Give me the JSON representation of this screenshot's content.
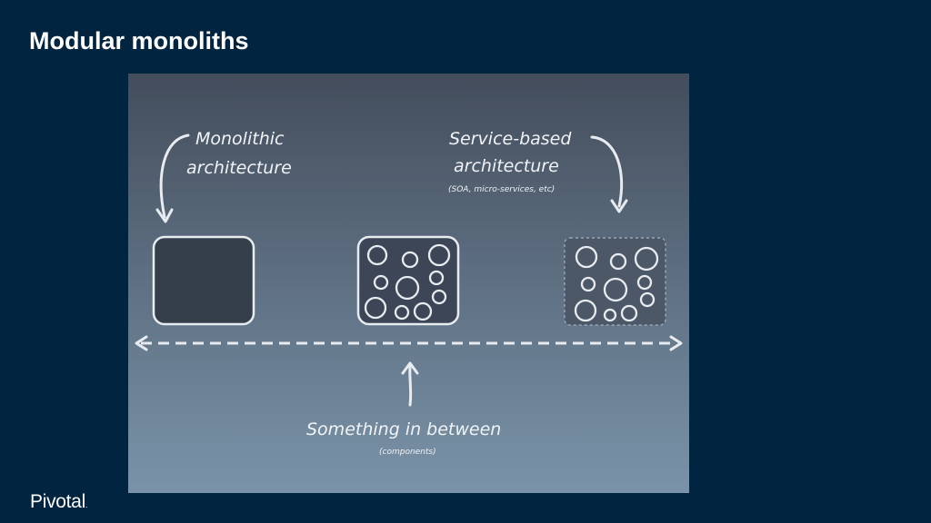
{
  "slide": {
    "title": "Modular monoliths",
    "logo_text": "Pivotal",
    "logo_mark": "."
  },
  "diagram": {
    "labels": {
      "monolithic_line1": "Monolithic",
      "monolithic_line2": "architecture",
      "service_line1": "Service-based",
      "service_line2": "architecture",
      "service_note": "(SOA, micro-services, etc)",
      "between": "Something in between",
      "between_note": "(components)"
    },
    "colors": {
      "background_top": "#434d5c",
      "background_bottom": "#7991a7",
      "chalk": "#e8ebef",
      "box_fill": "#353e4b"
    }
  }
}
